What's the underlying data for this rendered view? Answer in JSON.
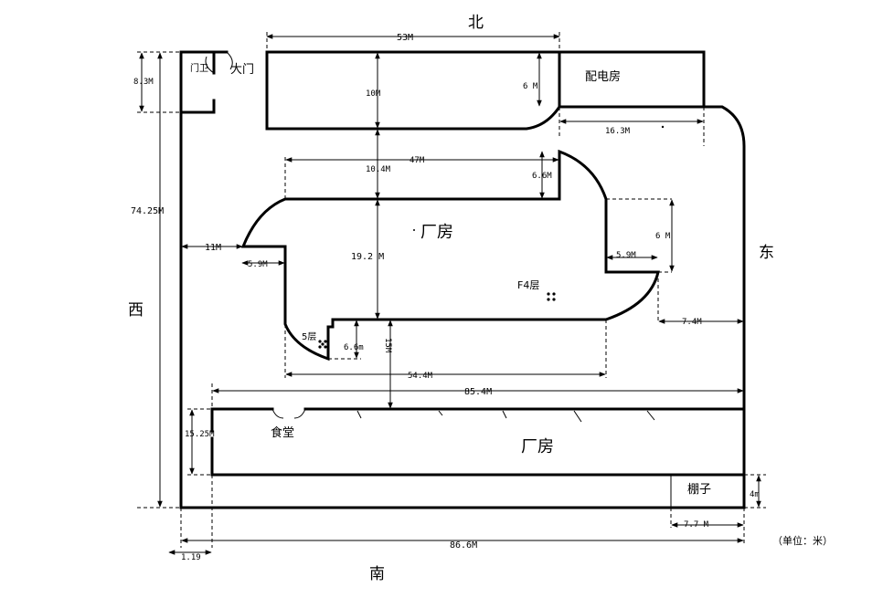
{
  "compass": {
    "north": "北",
    "south": "南",
    "east": "东",
    "west": "西"
  },
  "labels": {
    "gate": "大门",
    "guard": "门卫",
    "power_room": "配电房",
    "factory_center": "厂房",
    "factory_south": "厂房",
    "canteen": "食堂",
    "shed": "棚子",
    "f4_floor": "F4层",
    "floor5": "5层",
    "unit": "（单位：米）"
  },
  "dimensions": {
    "d53": "53M",
    "d6": "6 M",
    "d10": "10M",
    "d8_3": "8.3M",
    "d74_25": "74.25M",
    "d16_3": "16.3M",
    "d47": "47M",
    "d10_4": "10.4M",
    "d6_6": "6.6M",
    "d11": "11M",
    "d5_9a": "5.9M",
    "d19_2": "19.2 M",
    "d6b": "6 M",
    "d5_9b": "5.9M",
    "d7_4": "7.4M",
    "d6_6m": "6.6m",
    "d15": "15M",
    "d54_4": "54.4M",
    "d85_4": "85.4M",
    "d15_25": "15.25M",
    "d4m": "4m",
    "d7_7": "7.7 M",
    "d86_6": "86.6M",
    "d1_19": "1.19"
  }
}
